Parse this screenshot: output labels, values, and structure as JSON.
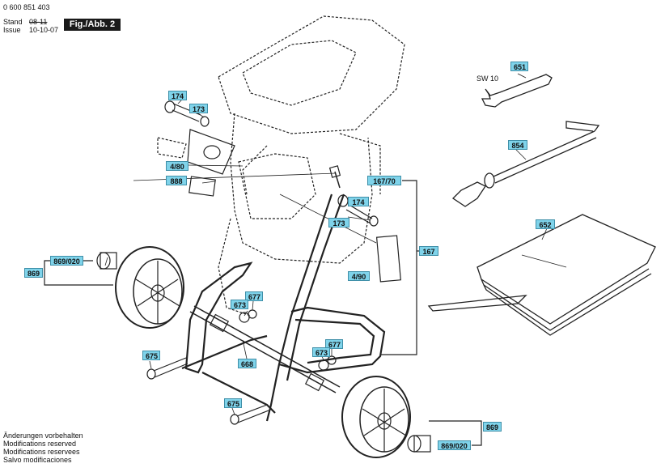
{
  "header": {
    "doc_number": "0 600 851 403",
    "stand_label": "Stand",
    "stand_struck": "08-11",
    "issue_label": "Issue",
    "issue_date": "10-10-07",
    "figure_label": "Fig./Abb. 2"
  },
  "footer": {
    "lines": [
      "Änderungen vorbehalten",
      "Modifications reserved",
      "Modifications reservees",
      "Salvo modificaciones"
    ]
  },
  "callouts": {
    "c174a": "174",
    "c173a": "173",
    "c480": "4/80",
    "c888": "888",
    "c16770": "167/70",
    "c174b": "174",
    "c173b": "173",
    "c167": "167",
    "c490": "4/90",
    "c869a": "869",
    "c869020a": "869/020",
    "c677a": "677",
    "c673a": "673",
    "c668": "668",
    "c675a": "675",
    "c677b": "677",
    "c673b": "673",
    "c675b": "675",
    "c869b": "869",
    "c869020b": "869/020",
    "c651": "651",
    "c854": "854",
    "c652": "652"
  },
  "labels": {
    "sw10": "SW 10"
  }
}
